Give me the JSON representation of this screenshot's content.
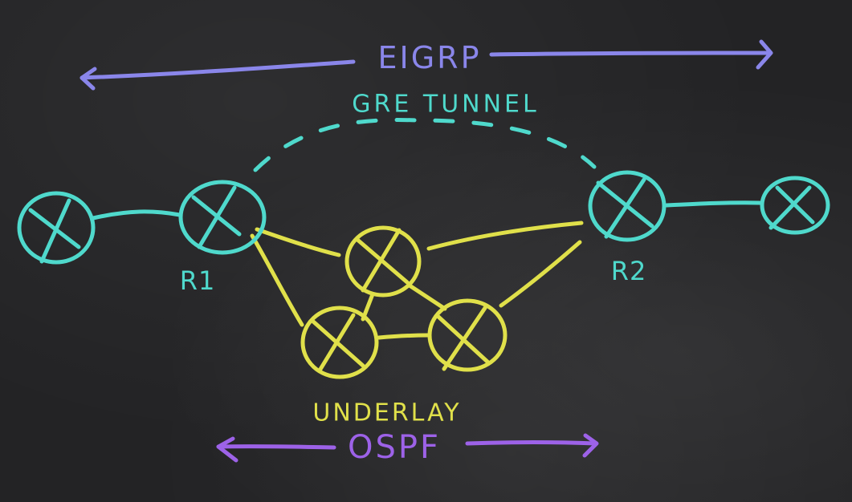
{
  "diagram": {
    "title": "GRE tunnel over OSPF underlay with EIGRP overlay",
    "labels": {
      "eigrp": "EIGRP",
      "gre_tunnel": "GRE TUNNEL",
      "underlay": "UNDERLAY",
      "ospf": "OSPF"
    },
    "routers": [
      {
        "id": "left-edge",
        "label": "",
        "role": "overlay"
      },
      {
        "id": "r1",
        "label": "R1",
        "role": "tunnel-endpoint"
      },
      {
        "id": "u1",
        "label": "",
        "role": "underlay"
      },
      {
        "id": "u2",
        "label": "",
        "role": "underlay"
      },
      {
        "id": "u3",
        "label": "",
        "role": "underlay"
      },
      {
        "id": "r2",
        "label": "R2",
        "role": "tunnel-endpoint"
      },
      {
        "id": "right-edge",
        "label": "",
        "role": "overlay"
      }
    ],
    "links": [
      {
        "from": "left-edge",
        "to": "r1",
        "type": "overlay"
      },
      {
        "from": "r2",
        "to": "right-edge",
        "type": "overlay"
      },
      {
        "from": "r1",
        "to": "u1",
        "type": "underlay"
      },
      {
        "from": "r1",
        "to": "u2",
        "type": "underlay"
      },
      {
        "from": "u1",
        "to": "u2",
        "type": "underlay"
      },
      {
        "from": "u1",
        "to": "u3",
        "type": "underlay"
      },
      {
        "from": "u2",
        "to": "u3",
        "type": "underlay"
      },
      {
        "from": "u1",
        "to": "r2",
        "type": "underlay"
      },
      {
        "from": "u3",
        "to": "r2",
        "type": "underlay"
      },
      {
        "from": "r1",
        "to": "r2",
        "type": "gre-tunnel"
      }
    ],
    "colors": {
      "board": "#232325",
      "overlay": "#4fd9cc",
      "underlay": "#e0e04a",
      "eigrp": "#8a86ea",
      "ospf": "#9d62e8"
    }
  }
}
